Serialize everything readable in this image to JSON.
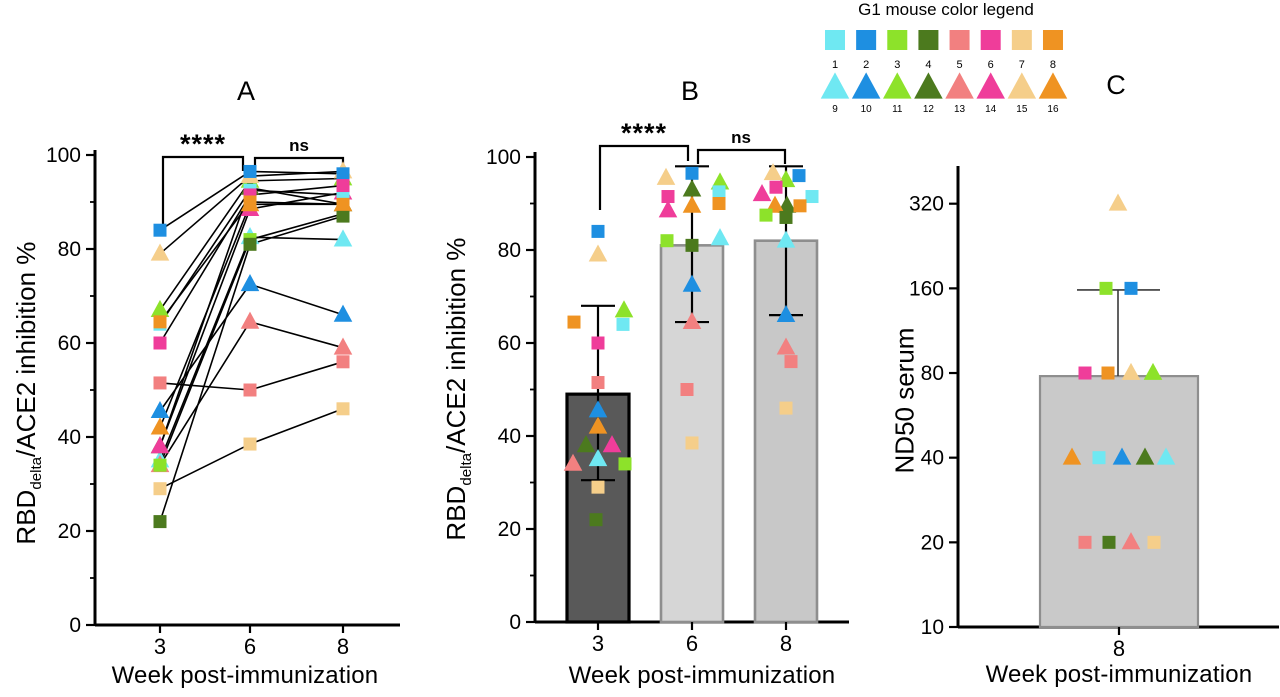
{
  "legend": {
    "title": "G1 mouse color legend",
    "mouse_colors": [
      "#6FE8F2",
      "#1E8FE1",
      "#8DE22A",
      "#4C7A1E",
      "#F28080",
      "#EF3D9A",
      "#F5CE8A",
      "#EF9322"
    ],
    "square_labels": [
      "1",
      "2",
      "3",
      "4",
      "5",
      "6",
      "7",
      "8"
    ],
    "triangle_labels": [
      "9",
      "10",
      "11",
      "12",
      "13",
      "14",
      "15",
      "16"
    ]
  },
  "panels": {
    "a": {
      "label": "A",
      "xlabel": "Week post-immunization",
      "ylabel_prefix": "RBD",
      "ylabel_sub": "delta",
      "ylabel_suffix": "/ACE2 inhibition %"
    },
    "b": {
      "label": "B",
      "xlabel": "Week post-immunization",
      "ylabel_prefix": "RBD",
      "ylabel_sub": "delta",
      "ylabel_suffix": "/ACE2 inhibition %"
    },
    "c": {
      "label": "C",
      "xlabel": "Week post-immunization",
      "ylabel": "ND50 serum"
    }
  },
  "chart_data": [
    {
      "id": "A",
      "type": "line",
      "title": "A",
      "xlabel": "Week post-immunization",
      "ylabel": "RBD(delta)/ACE2 inhibition %",
      "x_categories": [
        "3",
        "6",
        "8"
      ],
      "ylim": [
        0,
        100
      ],
      "yticks": [
        0,
        20,
        40,
        60,
        80,
        100
      ],
      "yticks_minor": [
        10,
        30,
        50,
        70,
        90
      ],
      "significance": [
        {
          "pair": [
            "3",
            "6"
          ],
          "label": "****"
        },
        {
          "pair": [
            "6",
            "8"
          ],
          "label": "ns"
        }
      ],
      "series": [
        {
          "mouse": "1",
          "marker": "square",
          "color_index": 0,
          "values": [
            64,
            92.5,
            91.5
          ]
        },
        {
          "mouse": "2",
          "marker": "square",
          "color_index": 1,
          "values": [
            84,
            96.5,
            96
          ]
        },
        {
          "mouse": "3",
          "marker": "square",
          "color_index": 2,
          "values": [
            34,
            82,
            87.5
          ]
        },
        {
          "mouse": "4",
          "marker": "square",
          "color_index": 3,
          "values": [
            22,
            81,
            87
          ]
        },
        {
          "mouse": "5",
          "marker": "square",
          "color_index": 4,
          "values": [
            51.5,
            50,
            56
          ]
        },
        {
          "mouse": "6",
          "marker": "square",
          "color_index": 5,
          "values": [
            60,
            91.5,
            93.5
          ]
        },
        {
          "mouse": "7",
          "marker": "square",
          "color_index": 6,
          "values": [
            29,
            38.5,
            46
          ]
        },
        {
          "mouse": "8",
          "marker": "square",
          "color_index": 7,
          "values": [
            64.5,
            90,
            89.5
          ]
        },
        {
          "mouse": "9",
          "marker": "triangle",
          "color_index": 0,
          "values": [
            35,
            82.5,
            82
          ]
        },
        {
          "mouse": "10",
          "marker": "triangle",
          "color_index": 1,
          "values": [
            45.5,
            72.5,
            66
          ]
        },
        {
          "mouse": "11",
          "marker": "triangle",
          "color_index": 2,
          "values": [
            67,
            94.5,
            95
          ]
        },
        {
          "mouse": "12",
          "marker": "triangle",
          "color_index": 3,
          "values": [
            38,
            93,
            89.5
          ]
        },
        {
          "mouse": "13",
          "marker": "triangle",
          "color_index": 4,
          "values": [
            34,
            64.5,
            59
          ]
        },
        {
          "mouse": "14",
          "marker": "triangle",
          "color_index": 5,
          "values": [
            38,
            88.5,
            92
          ]
        },
        {
          "mouse": "15",
          "marker": "triangle",
          "color_index": 6,
          "values": [
            79,
            95.5,
            96.5
          ]
        },
        {
          "mouse": "16",
          "marker": "triangle",
          "color_index": 7,
          "values": [
            42,
            89.5,
            89.5
          ]
        }
      ]
    },
    {
      "id": "B",
      "type": "bar",
      "title": "B",
      "xlabel": "Week post-immunization",
      "ylabel": "RBD(delta)/ACE2 inhibition %",
      "x_categories": [
        "3",
        "6",
        "8"
      ],
      "ylim": [
        0,
        100
      ],
      "yticks": [
        0,
        20,
        40,
        60,
        80,
        100
      ],
      "yticks_minor": [
        10,
        30,
        50,
        70,
        90
      ],
      "bars": [
        {
          "x": "3",
          "mean": 49,
          "err_low": 30.5,
          "err_high": 68,
          "fill": "#595959",
          "stroke": "#000000",
          "stroke_width": 3.2
        },
        {
          "x": "6",
          "mean": 81,
          "err_low": 64.5,
          "err_high": 98,
          "fill": "#D6D6D6",
          "stroke": "#8E8E8E",
          "stroke_width": 2.6
        },
        {
          "x": "8",
          "mean": 82,
          "err_low": 66,
          "err_high": 98,
          "fill": "#C8C8C8",
          "stroke": "#8E8E8E",
          "stroke_width": 2.6
        }
      ],
      "significance": [
        {
          "pair": [
            "3",
            "6"
          ],
          "label": "****"
        },
        {
          "pair": [
            "6",
            "8"
          ],
          "label": "ns"
        }
      ],
      "points": [
        {
          "mouse": "1",
          "marker": "square",
          "color_index": 0,
          "values": [
            64,
            92.5,
            91.5
          ],
          "jitter": [
            25,
            27,
            26
          ]
        },
        {
          "mouse": "2",
          "marker": "square",
          "color_index": 1,
          "values": [
            84,
            96.5,
            96
          ],
          "jitter": [
            0,
            0,
            13
          ]
        },
        {
          "mouse": "3",
          "marker": "square",
          "color_index": 2,
          "values": [
            34,
            82,
            87.5
          ],
          "jitter": [
            27,
            -25,
            -20
          ]
        },
        {
          "mouse": "4",
          "marker": "square",
          "color_index": 3,
          "values": [
            22,
            81,
            87
          ],
          "jitter": [
            -2,
            0,
            0
          ]
        },
        {
          "mouse": "5",
          "marker": "square",
          "color_index": 4,
          "values": [
            51.5,
            50,
            56
          ],
          "jitter": [
            0,
            -5,
            5
          ]
        },
        {
          "mouse": "6",
          "marker": "square",
          "color_index": 5,
          "values": [
            60,
            91.5,
            93.5
          ],
          "jitter": [
            0,
            -24,
            -10
          ]
        },
        {
          "mouse": "7",
          "marker": "square",
          "color_index": 6,
          "values": [
            29,
            38.5,
            46
          ],
          "jitter": [
            0,
            0,
            0
          ]
        },
        {
          "mouse": "8",
          "marker": "square",
          "color_index": 7,
          "values": [
            64.5,
            90,
            89.5
          ],
          "jitter": [
            -24,
            27,
            14
          ]
        },
        {
          "mouse": "9",
          "marker": "triangle",
          "color_index": 0,
          "values": [
            35,
            82.5,
            82
          ],
          "jitter": [
            0,
            28,
            0
          ]
        },
        {
          "mouse": "10",
          "marker": "triangle",
          "color_index": 1,
          "values": [
            45.5,
            72.5,
            66
          ],
          "jitter": [
            0,
            0,
            0
          ]
        },
        {
          "mouse": "11",
          "marker": "triangle",
          "color_index": 2,
          "values": [
            67,
            94.5,
            95
          ],
          "jitter": [
            26,
            28,
            0
          ]
        },
        {
          "mouse": "12",
          "marker": "triangle",
          "color_index": 3,
          "values": [
            38,
            93,
            89.5
          ],
          "jitter": [
            -12,
            0,
            1
          ]
        },
        {
          "mouse": "13",
          "marker": "triangle",
          "color_index": 4,
          "values": [
            34,
            64.5,
            59
          ],
          "jitter": [
            -25,
            0,
            0
          ]
        },
        {
          "mouse": "14",
          "marker": "triangle",
          "color_index": 5,
          "values": [
            38,
            88.5,
            92
          ],
          "jitter": [
            14,
            -24,
            -24
          ]
        },
        {
          "mouse": "15",
          "marker": "triangle",
          "color_index": 6,
          "values": [
            79,
            95.5,
            96.5
          ],
          "jitter": [
            0,
            -26,
            -13
          ]
        },
        {
          "mouse": "16",
          "marker": "triangle",
          "color_index": 7,
          "values": [
            42,
            89.5,
            89.5
          ],
          "jitter": [
            0,
            0,
            -11
          ]
        }
      ]
    },
    {
      "id": "C",
      "type": "bar",
      "title": "C",
      "xlabel": "Week post-immunization",
      "ylabel": "ND50 serum",
      "yscale": "log2",
      "x_categories": [
        "8"
      ],
      "yticks": [
        10,
        20,
        40,
        80,
        160,
        320
      ],
      "bar": {
        "x": "8",
        "mean": 78,
        "err_high": 158,
        "fill": "#C9C9C9",
        "stroke": "#8E8E8E",
        "stroke_width": 2.2
      },
      "points": [
        {
          "marker": "triangle",
          "color_index": 6,
          "value": 320,
          "jitter": -1
        },
        {
          "marker": "square",
          "color_index": 2,
          "value": 160,
          "jitter": -13
        },
        {
          "marker": "square",
          "color_index": 1,
          "value": 160,
          "jitter": 12
        },
        {
          "marker": "square",
          "color_index": 5,
          "value": 80,
          "jitter": -34
        },
        {
          "marker": "square",
          "color_index": 7,
          "value": 80,
          "jitter": -11
        },
        {
          "marker": "triangle",
          "color_index": 6,
          "value": 80,
          "jitter": 12
        },
        {
          "marker": "triangle",
          "color_index": 2,
          "value": 80,
          "jitter": 34
        },
        {
          "marker": "triangle",
          "color_index": 7,
          "value": 40,
          "jitter": -47
        },
        {
          "marker": "square",
          "color_index": 0,
          "value": 40,
          "jitter": -20
        },
        {
          "marker": "triangle",
          "color_index": 1,
          "value": 40,
          "jitter": 3
        },
        {
          "marker": "triangle",
          "color_index": 3,
          "value": 40,
          "jitter": 26
        },
        {
          "marker": "triangle",
          "color_index": 0,
          "value": 40,
          "jitter": 47
        },
        {
          "marker": "square",
          "color_index": 4,
          "value": 20,
          "jitter": -34
        },
        {
          "marker": "square",
          "color_index": 3,
          "value": 20,
          "jitter": -10
        },
        {
          "marker": "triangle",
          "color_index": 4,
          "value": 20,
          "jitter": 12
        },
        {
          "marker": "square",
          "color_index": 6,
          "value": 20,
          "jitter": 35
        }
      ]
    }
  ]
}
